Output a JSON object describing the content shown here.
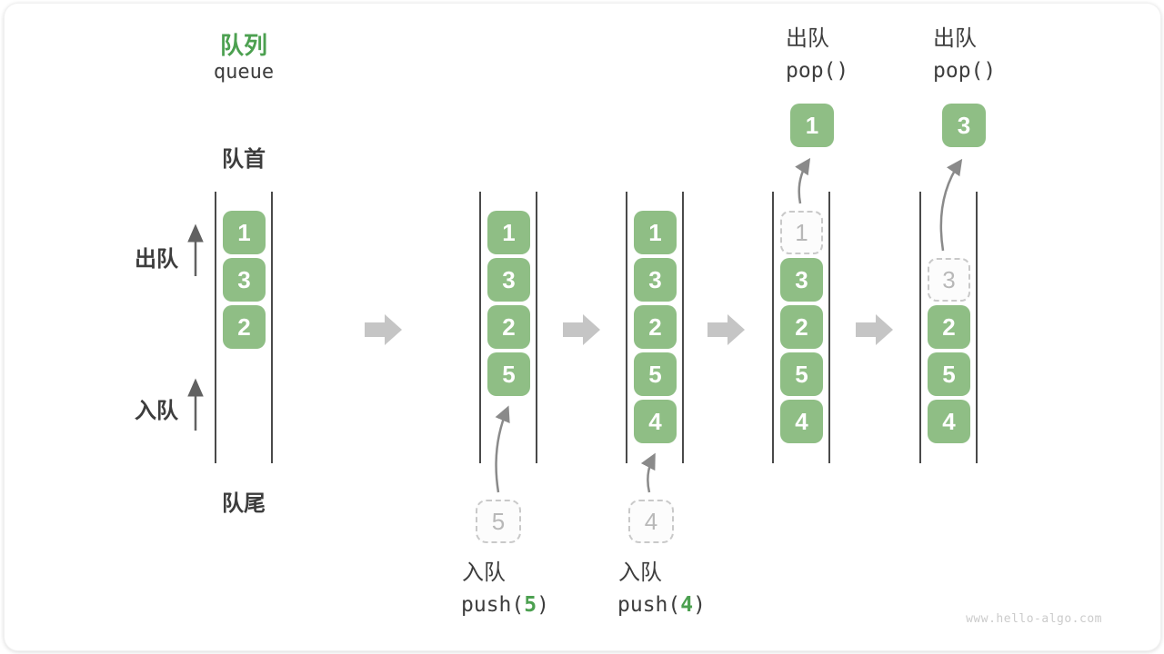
{
  "title": {
    "zh": "队列",
    "en": "queue"
  },
  "labels": {
    "front": "队首",
    "rear": "队尾",
    "dequeue": "出队",
    "enqueue": "入队"
  },
  "states": [
    {
      "cells": [
        "1",
        "3",
        "2"
      ]
    },
    {
      "cells": [
        "1",
        "3",
        "2",
        "5"
      ],
      "incoming": "5"
    },
    {
      "cells": [
        "1",
        "3",
        "2",
        "5",
        "4"
      ],
      "incoming": "4"
    },
    {
      "ghost": "1",
      "cells": [
        "3",
        "2",
        "5",
        "4"
      ],
      "popped": "1"
    },
    {
      "ghost": "3",
      "cells": [
        "2",
        "5",
        "4"
      ],
      "popped": "3"
    }
  ],
  "ops": {
    "push5": {
      "label": "入队",
      "code_open": "push(",
      "arg": "5",
      "code_close": ")"
    },
    "push4": {
      "label": "入队",
      "code_open": "push(",
      "arg": "4",
      "code_close": ")"
    },
    "pop_a": {
      "label": "出队",
      "code": "pop()"
    },
    "pop_b": {
      "label": "出队",
      "code": "pop()"
    }
  },
  "watermark": "www.hello-algo.com",
  "colors": {
    "accent_green": "#4CA050",
    "cell_green": "#8FBE85",
    "cell_text": "#FFFFFF",
    "ghost_border": "#C9C9C9",
    "ghost_text": "#B8B8B8",
    "tube_line": "#4A4A4A",
    "state_arrow_gray": "#C5C5C5",
    "curve_arrow_gray": "#8A8A8A",
    "direction_arrow_gray": "#616161",
    "text_dark": "#3D3D3D",
    "watermark_gray": "#CBCBCB"
  }
}
